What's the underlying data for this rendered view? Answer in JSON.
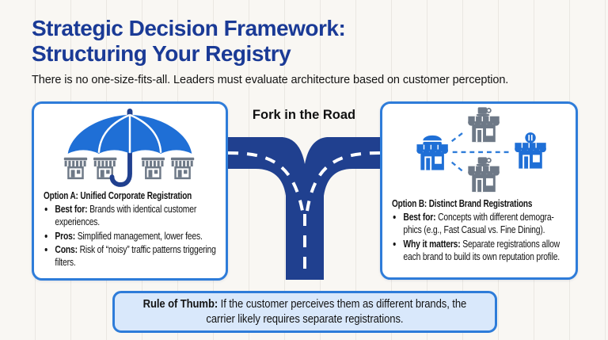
{
  "page": {
    "title_line1": "Strategic Decision Framework:",
    "title_line2": "Structuring Your Registry",
    "subtitle": "There is no one-size-fits-all. Leaders must evaluate architecture based on customer perception."
  },
  "fork": {
    "label": "Fork in the Road"
  },
  "option_a": {
    "title": "Option A: Unified Corporate Registration",
    "icon": "umbrella-over-storefronts-icon",
    "bullets": [
      {
        "lead": "Best for:",
        "text": "Brands with identical customer experiences."
      },
      {
        "lead": "Pros:",
        "text": "Simplified management, lower fees."
      },
      {
        "lead": "Cons:",
        "text": "Risk of “noisy” traffic patterns triggering filters."
      }
    ]
  },
  "option_b": {
    "title": "Option B: Distinct Brand Registrations",
    "icon": "distinct-brand-storefronts-icon",
    "bullets": [
      {
        "lead": "Best for:",
        "text": "Concepts with different demogra­phics (e.g., Fast Casual vs. Fine Dining)."
      },
      {
        "lead": "Why it matters:",
        "text": "Separate registrations allow each brand to build its own reputation profile."
      }
    ]
  },
  "rule_of_thumb": {
    "lead": "Rule of Thumb:",
    "text": "If the customer perceives them as different brands, the carrier likely requires separate registrations."
  },
  "colors": {
    "title_navy": "#1a3a96",
    "border_blue": "#2e7cd9",
    "road_navy": "#20408f",
    "icon_blue": "#1f6fd6",
    "icon_gray": "#6e7987",
    "rule_bg": "#d9e8fb",
    "text_dark": "#141414",
    "canvas_bg": "#f9f7f3",
    "ruled_line": "#eae7e2"
  }
}
